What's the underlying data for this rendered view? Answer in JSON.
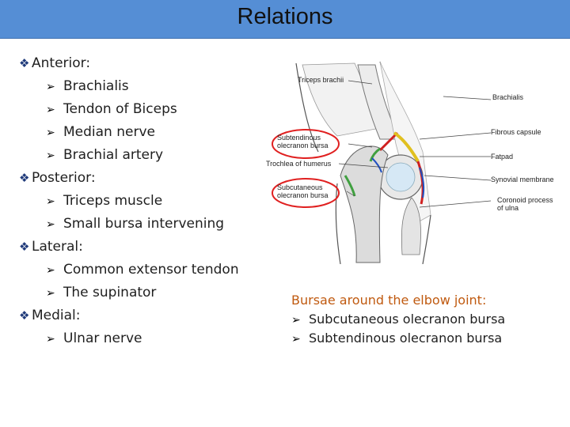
{
  "slide": {
    "title": "Relations",
    "colors": {
      "title_bar": "#558ed5",
      "bursae_heading": "#c05a10",
      "highlight_circle": "#e02020"
    }
  },
  "outline": [
    {
      "level": 1,
      "bullet": "diamond-bullet-icon",
      "text": "Anterior:"
    },
    {
      "level": 2,
      "bullet": "arrow-bullet-icon",
      "text": "Brachialis"
    },
    {
      "level": 2,
      "bullet": "arrow-bullet-icon",
      "text": "Tendon of Biceps"
    },
    {
      "level": 2,
      "bullet": "arrow-bullet-icon",
      "text": "Median nerve"
    },
    {
      "level": 2,
      "bullet": "arrow-bullet-icon",
      "text": "Brachial artery"
    },
    {
      "level": 1,
      "bullet": "diamond-bullet-icon",
      "text": "Posterior:"
    },
    {
      "level": 2,
      "bullet": "arrow-bullet-icon",
      "text": "Triceps muscle"
    },
    {
      "level": 2,
      "bullet": "arrow-bullet-icon",
      "text": "Small bursa intervening"
    },
    {
      "level": 1,
      "bullet": "diamond-bullet-icon",
      "text": "Lateral:"
    },
    {
      "level": 2,
      "bullet": "arrow-bullet-icon",
      "text": "Common extensor tendon"
    },
    {
      "level": 2,
      "bullet": "arrow-bullet-icon",
      "text": "The supinator"
    },
    {
      "level": 1,
      "bullet": "diamond-bullet-icon",
      "text": "Medial:"
    },
    {
      "level": 2,
      "bullet": "arrow-bullet-icon",
      "text": "Ulnar nerve"
    }
  ],
  "figure": {
    "labels": {
      "triceps": "Triceps brachii",
      "brachialis": "Brachialis",
      "subtendinous_1": "Subtendinous",
      "subtendinous_2": "olecranon bursa",
      "fibrous": "Fibrous capsule",
      "fatpad": "Fatpad",
      "trochlea": "Trochlea of humerus",
      "synovial": "Synovial membrane",
      "subcutaneous_1": "Subcutaneous",
      "subcutaneous_2": "olecranon bursa",
      "coronoid_1": "Coronoid process",
      "coronoid_2": "of ulna"
    }
  },
  "bursae": {
    "heading": "Bursae around the elbow joint:",
    "items": [
      "Subcutaneous olecranon bursa",
      "Subtendinous olecranon bursa"
    ]
  }
}
